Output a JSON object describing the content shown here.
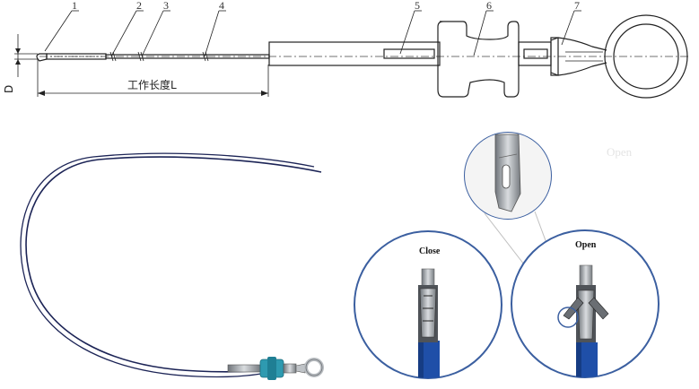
{
  "drawing": {
    "part_labels": [
      "1",
      "2",
      "3",
      "4",
      "5",
      "6",
      "7"
    ],
    "dimension_d": "D",
    "working_length": "工作长度L"
  },
  "photos": {
    "close_label": "Close",
    "open_label": "Open",
    "faint_open_label": "Open"
  },
  "colors": {
    "wire": "#1c2456",
    "ring": "#3b5fa0",
    "blue_sheath": "#1f4fa8",
    "bg": "#ffffff"
  }
}
